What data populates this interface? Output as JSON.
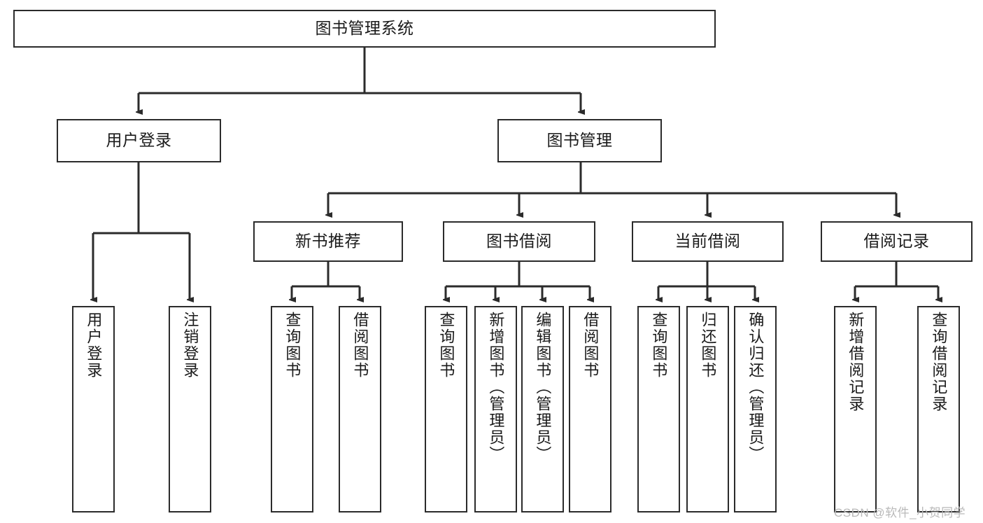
{
  "diagram": {
    "title_node": {
      "label": "图书管理系统"
    },
    "level2": [
      {
        "id": "user-login",
        "label": "用户登录"
      },
      {
        "id": "book-manage",
        "label": "图书管理"
      }
    ],
    "level3": [
      {
        "id": "new-book-rec",
        "label": "新书推荐"
      },
      {
        "id": "book-borrow",
        "label": "图书借阅"
      },
      {
        "id": "current-borrow",
        "label": "当前借阅"
      },
      {
        "id": "borrow-record",
        "label": "借阅记录"
      }
    ],
    "leaves": [
      {
        "id": "leaf-user-login",
        "label": "用户登录",
        "parent": "user-login"
      },
      {
        "id": "leaf-user-logout",
        "label": "注销登录",
        "parent": "user-login"
      },
      {
        "id": "leaf-query-book-1",
        "label": "查询图书",
        "parent": "new-book-rec"
      },
      {
        "id": "leaf-borrow-book-1",
        "label": "借阅图书",
        "parent": "new-book-rec"
      },
      {
        "id": "leaf-query-book-2",
        "label": "查询图书",
        "parent": "book-borrow"
      },
      {
        "id": "leaf-add-book",
        "label": "新增图书（管理员）",
        "parent": "book-borrow"
      },
      {
        "id": "leaf-edit-book",
        "label": "编辑图书（管理员）",
        "parent": "book-borrow"
      },
      {
        "id": "leaf-borrow-book-2",
        "label": "借阅图书",
        "parent": "book-borrow"
      },
      {
        "id": "leaf-query-book-3",
        "label": "查询图书",
        "parent": "current-borrow"
      },
      {
        "id": "leaf-return-book",
        "label": "归还图书",
        "parent": "current-borrow"
      },
      {
        "id": "leaf-confirm-return",
        "label": "确认归还（管理员）",
        "parent": "current-borrow"
      },
      {
        "id": "leaf-add-record",
        "label": "新增借阅记录",
        "parent": "borrow-record"
      },
      {
        "id": "leaf-query-record",
        "label": "查询借阅记录",
        "parent": "borrow-record"
      }
    ],
    "colors": {
      "stroke": "#2b2b2b",
      "background": "#ffffff",
      "text": "#1a1a1a",
      "watermark": "#b9b9b9"
    }
  },
  "watermark": {
    "text": "CSDN @软件_小贺同学"
  }
}
